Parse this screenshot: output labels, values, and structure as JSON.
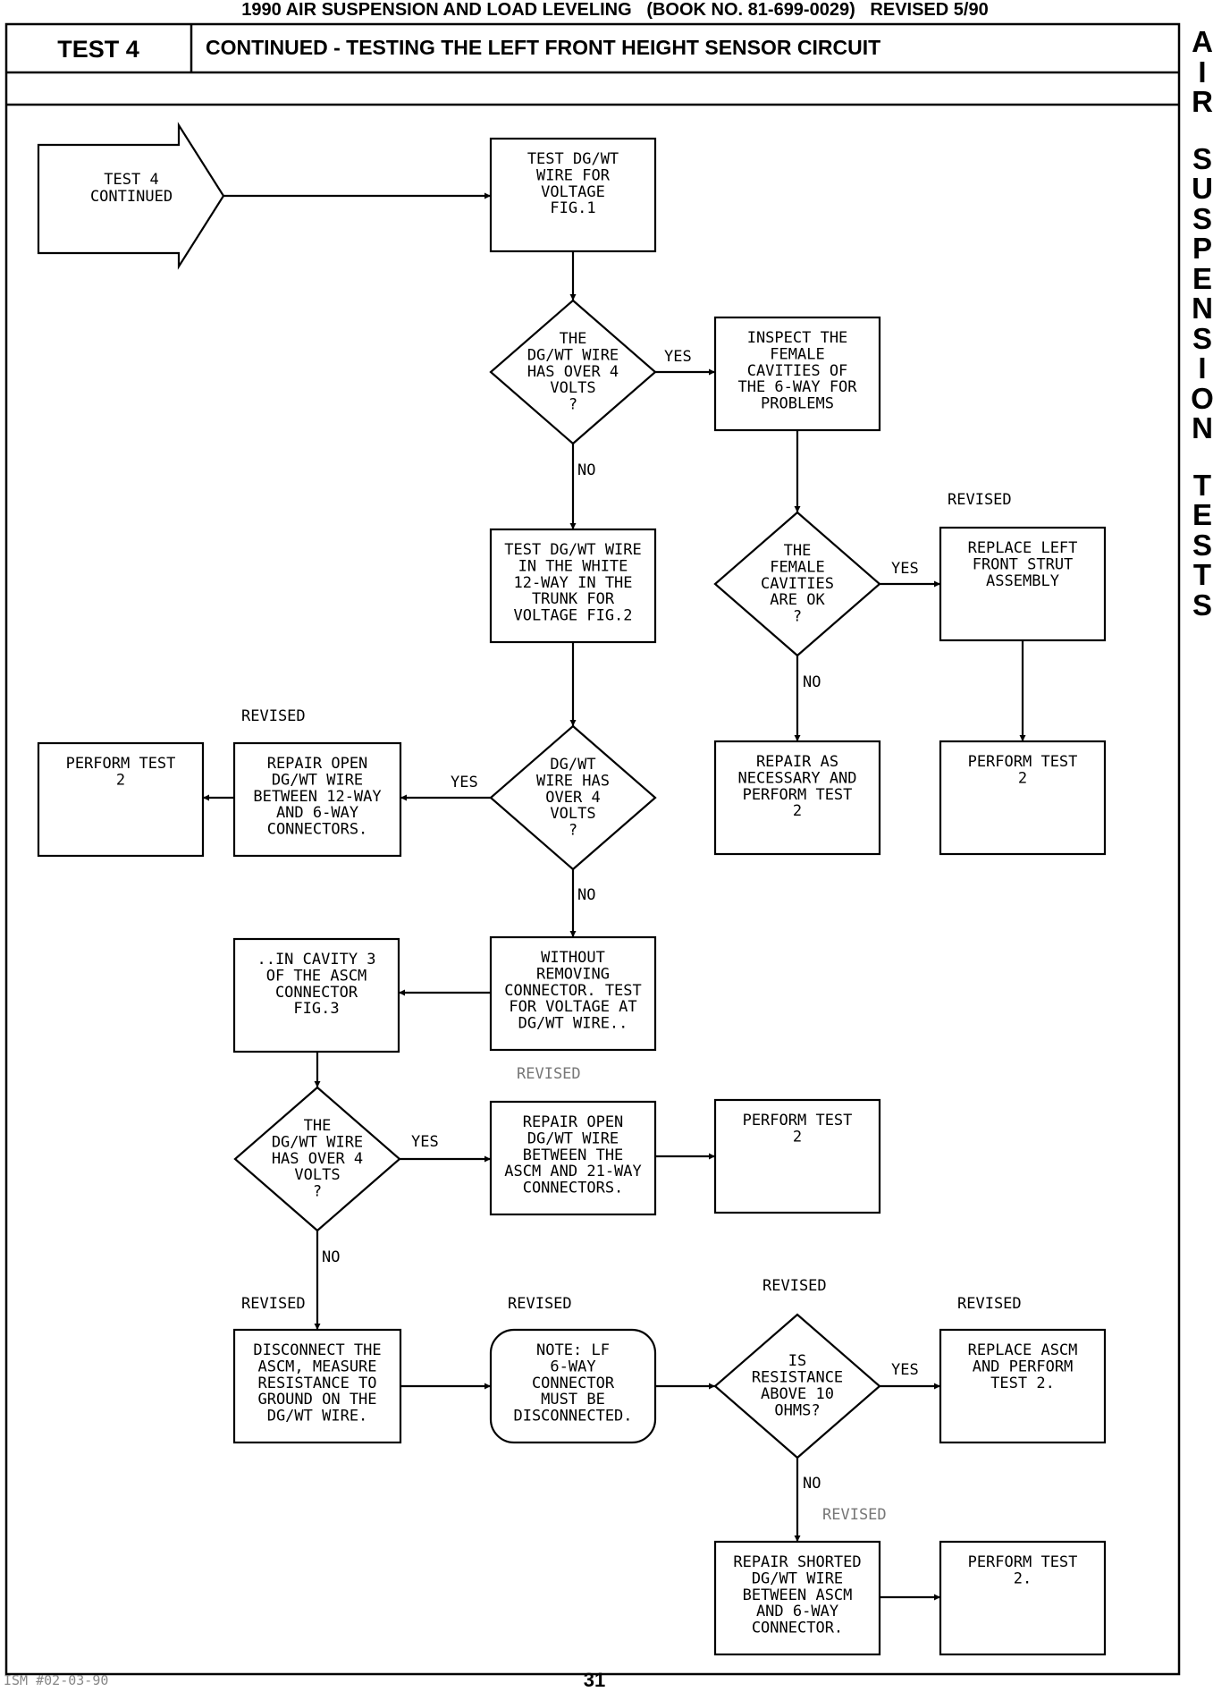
{
  "header": "1990 AIR SUSPENSION AND LOAD LEVELING   (BOOK NO. 81-699-0029)   REVISED 5/90",
  "test_label": "TEST 4",
  "page_title": "CONTINUED - TESTING THE LEFT FRONT HEIGHT SENSOR CIRCUIT",
  "side_tab": [
    "A",
    "I",
    "R",
    "",
    "S",
    "U",
    "S",
    "P",
    "E",
    "N",
    "S",
    "I",
    "O",
    "N",
    "",
    "T",
    "E",
    "S",
    "T",
    "S"
  ],
  "entry_arrow": [
    "TEST 4",
    "CONTINUED"
  ],
  "nodes": {
    "test_dgwt": [
      "TEST DG/WT",
      "WIRE FOR",
      "VOLTAGE",
      "FIG.1"
    ],
    "dec_over4_a": [
      "THE",
      "DG/WT WIRE",
      "HAS OVER 4",
      "VOLTS",
      "?"
    ],
    "inspect_female": [
      "INSPECT THE",
      "FEMALE",
      "CAVITIES OF",
      "THE 6-WAY FOR",
      "PROBLEMS"
    ],
    "dec_female_ok": [
      "THE",
      "FEMALE",
      "CAVITIES",
      "ARE OK",
      "?"
    ],
    "replace_strut": [
      "REPLACE LEFT",
      "FRONT STRUT",
      "ASSEMBLY"
    ],
    "test_white_12way": [
      "TEST DG/WT WIRE",
      "IN THE WHITE",
      "12-WAY IN THE",
      "TRUNK FOR",
      "VOLTAGE FIG.2"
    ],
    "repair_as_necessary": [
      "REPAIR AS",
      "NECESSARY AND",
      "PERFORM TEST",
      "2"
    ],
    "perform_test2_a": [
      "PERFORM TEST",
      "2"
    ],
    "dec_over4_b": [
      "DG/WT",
      "WIRE HAS",
      "OVER 4",
      "VOLTS",
      "?"
    ],
    "repair_open_12way": [
      "REPAIR OPEN",
      "DG/WT WIRE",
      "BETWEEN 12-WAY",
      "AND 6-WAY",
      "CONNECTORS."
    ],
    "perform_test2_b": [
      "PERFORM TEST",
      "2"
    ],
    "without_removing": [
      "WITHOUT",
      "REMOVING",
      "CONNECTOR. TEST",
      "FOR VOLTAGE AT",
      "DG/WT WIRE.."
    ],
    "in_cavity3": [
      "..IN CAVITY 3",
      "OF THE ASCM",
      "CONNECTOR",
      "FIG.3"
    ],
    "dec_over4_c": [
      "THE",
      "DG/WT WIRE",
      "HAS OVER 4",
      "VOLTS",
      "?"
    ],
    "repair_open_21way": [
      "REPAIR OPEN",
      "DG/WT WIRE",
      "BETWEEN THE",
      "ASCM AND 21-WAY",
      "CONNECTORS."
    ],
    "perform_test2_c": [
      "PERFORM TEST",
      "2"
    ],
    "disconnect_ascm": [
      "DISCONNECT THE",
      "ASCM, MEASURE",
      "RESISTANCE TO",
      "GROUND ON THE",
      "DG/WT WIRE."
    ],
    "note_lf": [
      "NOTE: LF",
      "6-WAY",
      "CONNECTOR",
      "MUST BE",
      "DISCONNECTED."
    ],
    "dec_resistance": [
      "IS",
      "RESISTANCE",
      "ABOVE 10",
      "OHMS?"
    ],
    "replace_ascm": [
      "REPLACE ASCM",
      "AND PERFORM",
      "TEST 2."
    ],
    "repair_shorted": [
      "REPAIR SHORTED",
      "DG/WT WIRE",
      "BETWEEN ASCM",
      "AND 6-WAY",
      "CONNECTOR."
    ],
    "perform_test2_d": [
      "PERFORM TEST",
      "2."
    ]
  },
  "labels": {
    "yes": "YES",
    "no": "NO",
    "revised": "REVISED"
  },
  "footer_left": "ISM #02-03-90",
  "page_number": "31"
}
